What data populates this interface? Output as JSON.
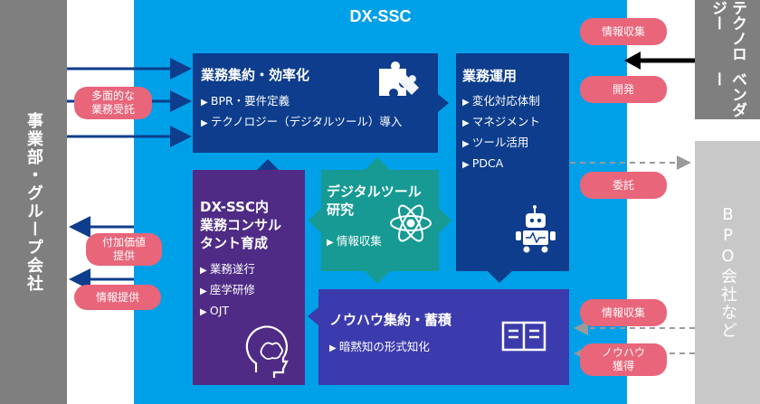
{
  "left_panel": {
    "label": "事業部・グループ会社"
  },
  "center": {
    "title": "DX-SSC"
  },
  "right_top": {
    "label_lines": [
      "テクノロジー",
      "ベンダー"
    ]
  },
  "right_bottom": {
    "label": "BPO会社など"
  },
  "boxes": {
    "consolidation": {
      "title": "業務集約・効率化",
      "items": [
        "BPR・要件定義",
        "テクノロジー（デジタルツール）導入"
      ],
      "icon": "puzzle-icon"
    },
    "operation": {
      "title": "業務運用",
      "items": [
        "変化対応体制",
        "マネジメント",
        "ツール活用",
        "PDCA"
      ],
      "icon": "robot-icon"
    },
    "consultant": {
      "title_lines": [
        "DX-SSC内",
        "業務コンサル",
        "タント育成"
      ],
      "items": [
        "業務遂行",
        "座学研修",
        "OJT"
      ],
      "icon": "brain-head-icon"
    },
    "research": {
      "title_lines": [
        "デジタルツール",
        "研究"
      ],
      "items": [
        "情報収集"
      ],
      "icon": "atom-icon"
    },
    "knowhow": {
      "title": "ノウハウ集約・蓄積",
      "items": [
        "暗黙知の形式知化"
      ],
      "icon": "book-icon"
    }
  },
  "pills": {
    "multi_intake": [
      "多面的な",
      "業務受託"
    ],
    "added_value": [
      "付加価値",
      "提供"
    ],
    "info_provide": "情報提供",
    "info_collect_top": "情報収集",
    "develop": "開発",
    "outsource": "委託",
    "info_collect_bottom": "情報収集",
    "knowhow_acquire": [
      "ノウハウ",
      "獲得"
    ]
  },
  "colors": {
    "sky": "#00a0e9",
    "navy": "#0d3d8c",
    "purple": "#4f2b86",
    "bluepurple": "#3c3bae",
    "teal": "#169a93",
    "gray": "#7f7f7f",
    "lightgray": "#c8c8c8",
    "pill": "#e8657a"
  }
}
